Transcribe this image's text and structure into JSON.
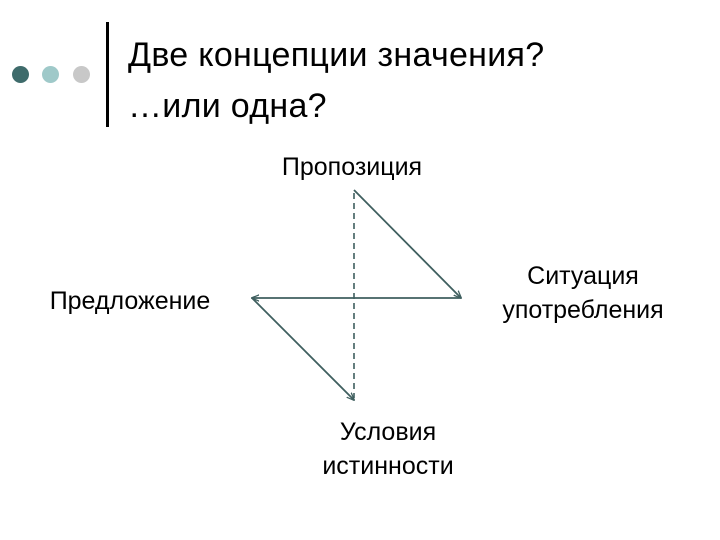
{
  "title": {
    "line1": "Две концепции значения?",
    "line2": "…или одна?"
  },
  "diagram": {
    "proposition": "Пропозиция",
    "situation": [
      "Ситуация",
      "употребления"
    ],
    "sentence": "Предложение",
    "conditions": [
      "Условия",
      "истинности"
    ],
    "edges": [
      {
        "from": "proposition",
        "to": "situation",
        "style": "solid",
        "arrow": "end"
      },
      {
        "from": "situation",
        "to": "sentence",
        "style": "solid",
        "arrow": "end"
      },
      {
        "from": "sentence",
        "to": "conditions",
        "style": "solid",
        "arrow": "end"
      },
      {
        "from": "proposition",
        "to": "conditions",
        "style": "dashed",
        "arrow": "none"
      }
    ]
  },
  "colors": {
    "dot_1": "#3e6b6b",
    "dot_2": "#9fc9c9",
    "dot_3": "#c8c8c8",
    "rule": "#000000",
    "arrow": "#3f5f5f"
  }
}
